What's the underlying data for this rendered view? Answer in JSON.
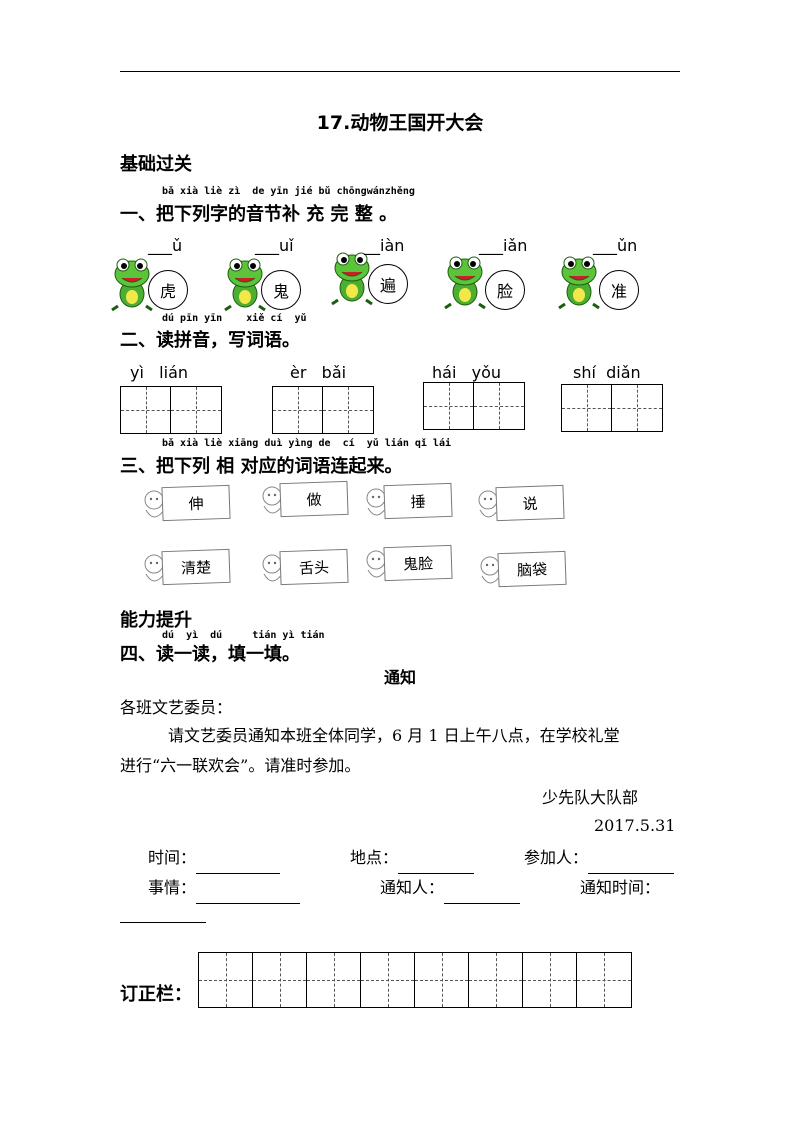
{
  "title": "17.动物王国开大会",
  "section1": "基础过关",
  "q1": {
    "pinyin": "bǎ xià liè zì  de yīn jié bǔ chōngwánzhěng",
    "text": "一、把下列字的音节补 充 完 整 。",
    "frogs": [
      {
        "blank": "___ǔ",
        "char": "虎"
      },
      {
        "blank": "___uǐ",
        "char": "鬼"
      },
      {
        "blank": "__iàn",
        "char": "遍"
      },
      {
        "blank": "___iǎn",
        "char": "脸"
      },
      {
        "blank": "___ǔn",
        "char": "准"
      }
    ]
  },
  "q2": {
    "pinyin": "dú pīn yīn    xiě cí  yǔ",
    "text": "二、读拼音，写词语。",
    "words": [
      {
        "pinyin": "yì   lián"
      },
      {
        "pinyin": "èr   bǎi"
      },
      {
        "pinyin": "hái   yǒu"
      },
      {
        "pinyin": "shí  diǎn"
      }
    ]
  },
  "q3": {
    "pinyin": "bǎ xià liè xiāng duì yìng de  cí  yǔ lián qǐ lái",
    "text": "三、把下列 相 对应的词语连起来。",
    "top": [
      "伸",
      "做",
      "捶",
      "说"
    ],
    "bottom": [
      "清楚",
      "舌头",
      "鬼脸",
      "脑袋"
    ]
  },
  "section2": "能力提升",
  "q4": {
    "pinyin": "dú  yì  dú     tián yì tián",
    "text": "四、读一读，填一填。",
    "notice_title": "通知",
    "greeting": "各班文艺委员：",
    "body_line1": "请文艺委员通知本班全体同学，6 月 1 日上午八点，在学校礼堂",
    "body_line2": "进行“六一联欢会”。请准时参加。",
    "signer": "少先队大队部",
    "date": "2017.5.31",
    "fields": {
      "time": "时间：",
      "place": "地点：",
      "participants": "参加人：",
      "event": "事情：",
      "notifier": "通知人：",
      "notify_time": "通知时间："
    }
  },
  "correction_label": "订正栏："
}
